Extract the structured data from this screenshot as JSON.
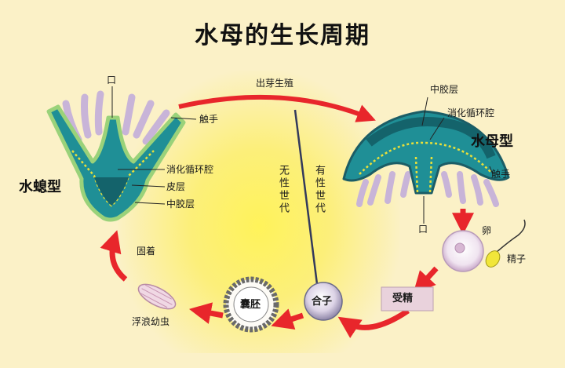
{
  "title": "水母的生长周期",
  "polyp": {
    "form": "水螅型",
    "mouth": "口",
    "tentacle": "触手",
    "gastrovascular_cavity": "消化循环腔",
    "epidermis": "皮层",
    "mesoglea": "中胶层"
  },
  "medusa": {
    "form": "水母型",
    "mesoglea": "中胶层",
    "gastrovascular_cavity": "消化循环腔",
    "tentacle": "触手",
    "mouth": "口"
  },
  "cycle": {
    "budding": "出芽生殖",
    "asexual": "无性世代",
    "sexual": "有性世代",
    "egg": "卵",
    "sperm": "精子",
    "fertilization": "受精",
    "zygote": "合子",
    "blastula": "囊胚",
    "planula": "浮浪幼虫",
    "attach": "固着"
  },
  "colors": {
    "background": "#fbf1c7",
    "glow": "#fff35a",
    "arrow": "#e8262b",
    "body_teal": "#1f8f96",
    "body_dark": "#14636b",
    "outline_yellow": "#e9e03a",
    "tentacle_lilac": "#c8b4d8"
  }
}
